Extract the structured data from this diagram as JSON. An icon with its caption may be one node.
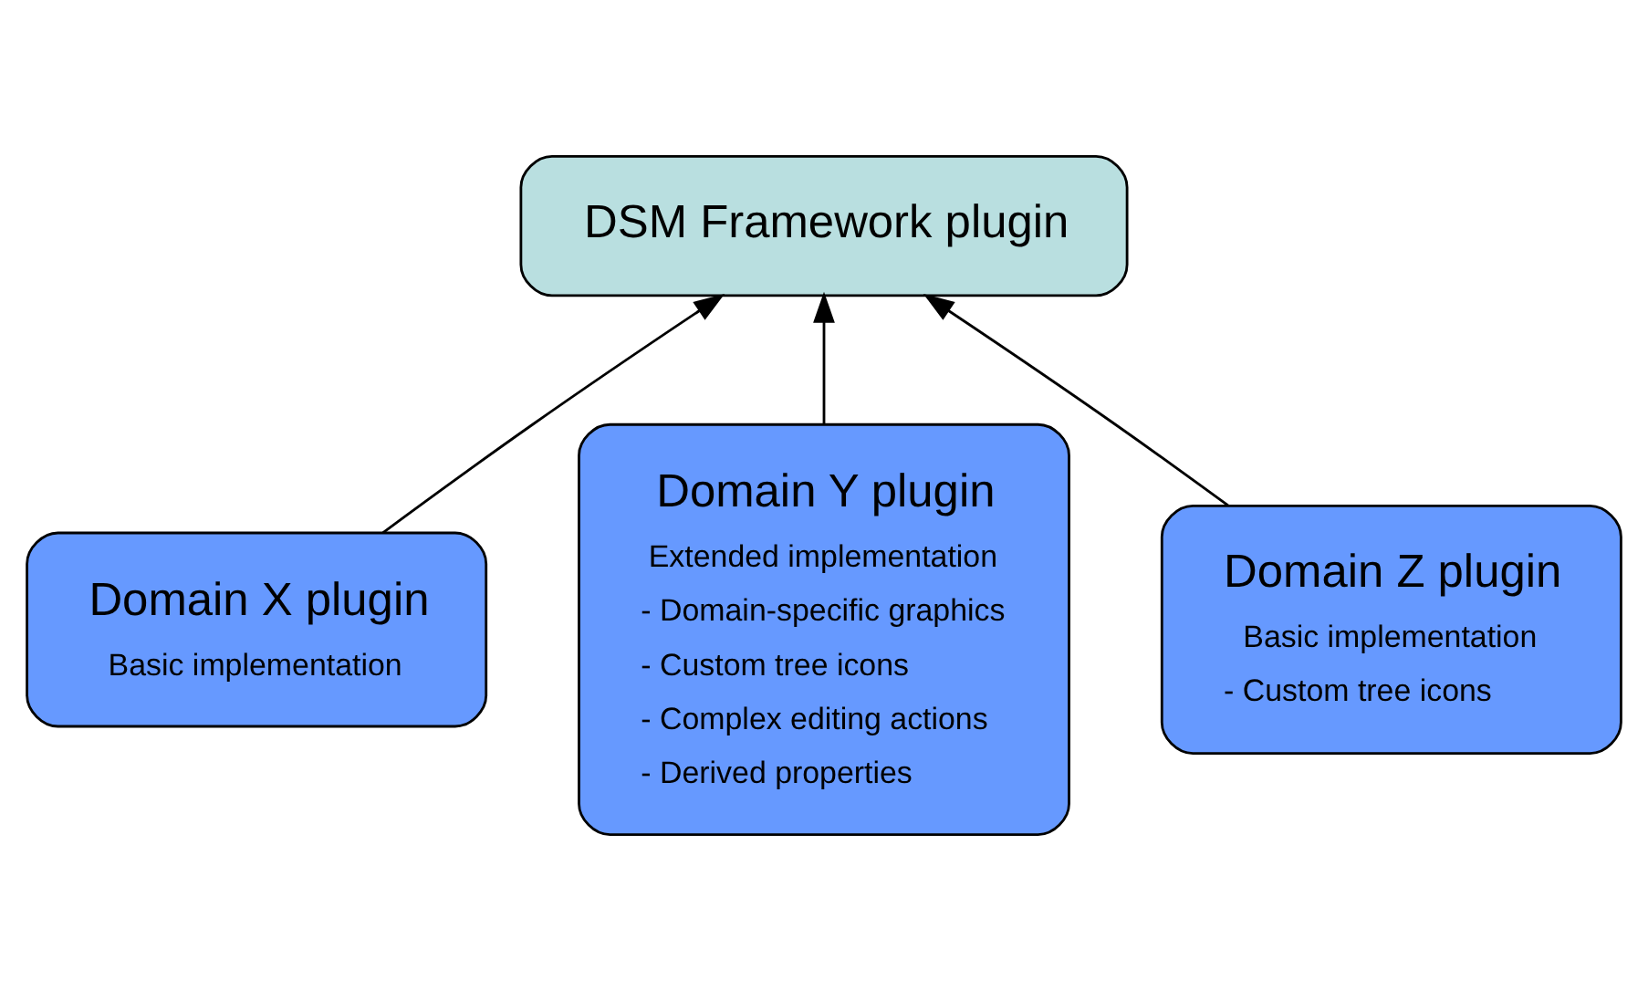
{
  "diagram": {
    "nodes": [
      {
        "text": [
          "DSM Framework plugin"
        ]
      },
      {
        "text": [
          "Domain X plugin",
          "Basic implementation"
        ]
      },
      {
        "text": [
          "Domain Y plugin",
          "Extended implementation",
          "- Domain-specific graphics",
          "- Custom tree icons",
          "- Complex editing actions",
          "- Derived properties"
        ]
      },
      {
        "text": [
          "Domain Z plugin",
          "Basic implementation",
          "- Custom tree icons"
        ]
      }
    ],
    "edges": [
      {
        "from": 1,
        "to": 0,
        "arrow": "to"
      },
      {
        "from": 2,
        "to": 0,
        "arrow": "to"
      },
      {
        "from": 3,
        "to": 0,
        "arrow": "to"
      }
    ]
  }
}
